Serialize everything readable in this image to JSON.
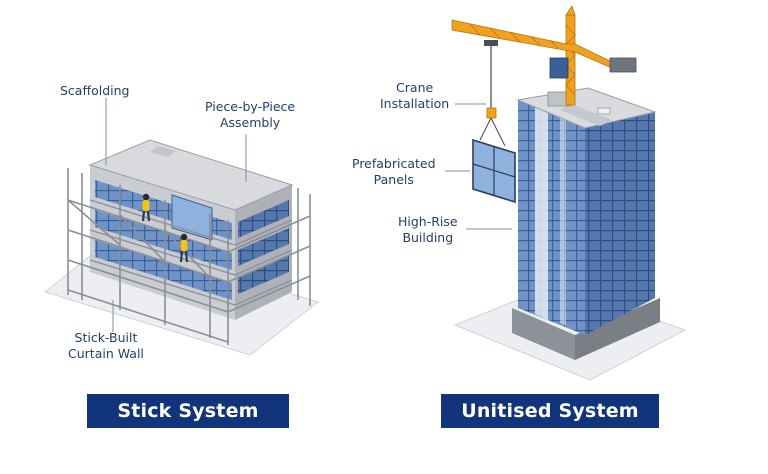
{
  "stick": {
    "labels": {
      "scaffolding": "Scaffolding",
      "assembly_line1": "Piece-by-Piece",
      "assembly_line2": "Assembly",
      "wall_line1": "Stick-Built",
      "wall_line2": "Curtain Wall"
    },
    "banner": "Stick System"
  },
  "unitised": {
    "labels": {
      "crane_line1": "Crane",
      "crane_line2": "Installation",
      "panels_line1": "Prefabricated",
      "panels_line2": "Panels",
      "building_line1": "High-Rise",
      "building_line2": "Building"
    },
    "banner": "Unitised System"
  },
  "colors": {
    "banner": "#12347a",
    "label_text": "#1f3f73",
    "glass": "#5f86bd",
    "glass_dark": "#3d5f93",
    "crane": "#f0a21f",
    "scaffold": "#8a8f96",
    "safety_vest": "#f2c21a"
  },
  "icons": [
    "worker-figure",
    "tower-crane",
    "glass-panel"
  ]
}
